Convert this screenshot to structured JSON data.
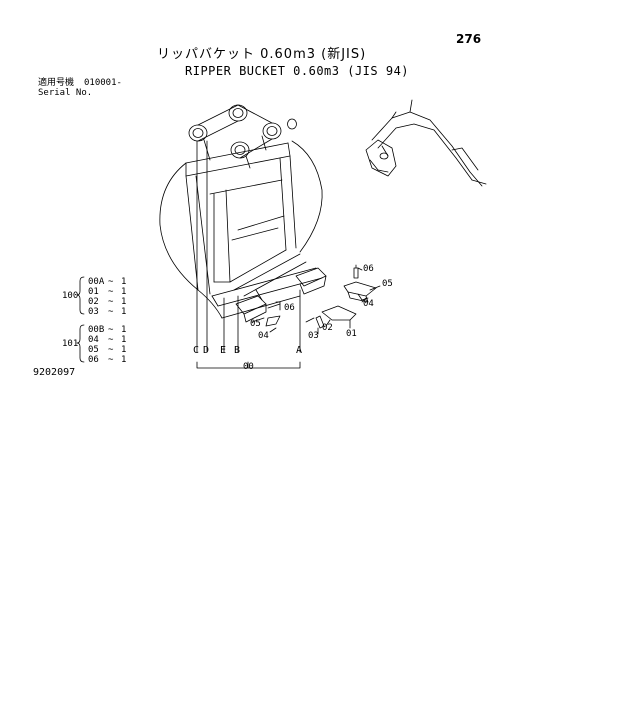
{
  "header": {
    "page_number": "276",
    "title_jp": "リッパバケット 0.60m3 (新JIS)",
    "title_en": "RIPPER BUCKET 0.60m3 (JIS 94)"
  },
  "serial": {
    "label_jp": "適用号機",
    "label_en": "Serial No.",
    "value": "010001-"
  },
  "groups": [
    {
      "id": "100",
      "rows": [
        {
          "part": "00A",
          "sep": "~",
          "qty": "1"
        },
        {
          "part": "01",
          "sep": "~",
          "qty": "1"
        },
        {
          "part": "02",
          "sep": "~",
          "qty": "1"
        },
        {
          "part": "03",
          "sep": "~",
          "qty": "1"
        }
      ]
    },
    {
      "id": "101",
      "rows": [
        {
          "part": "00B",
          "sep": "~",
          "qty": "1"
        },
        {
          "part": "04",
          "sep": "~",
          "qty": "1"
        },
        {
          "part": "05",
          "sep": "~",
          "qty": "1"
        },
        {
          "part": "06",
          "sep": "~",
          "qty": "1"
        }
      ]
    }
  ],
  "callouts": {
    "c06_top": "06",
    "c05_right": "05",
    "c04_right": "04",
    "c06_mid": "06",
    "c05_left": "05",
    "c04_left": "04",
    "c03": "03",
    "c02": "02",
    "c01": "01",
    "pin_c": "C",
    "pin_d": "D",
    "pin_e": "E",
    "pin_b": "B",
    "pin_a": "A",
    "assembly": "00"
  },
  "figure_ref": "9202097"
}
